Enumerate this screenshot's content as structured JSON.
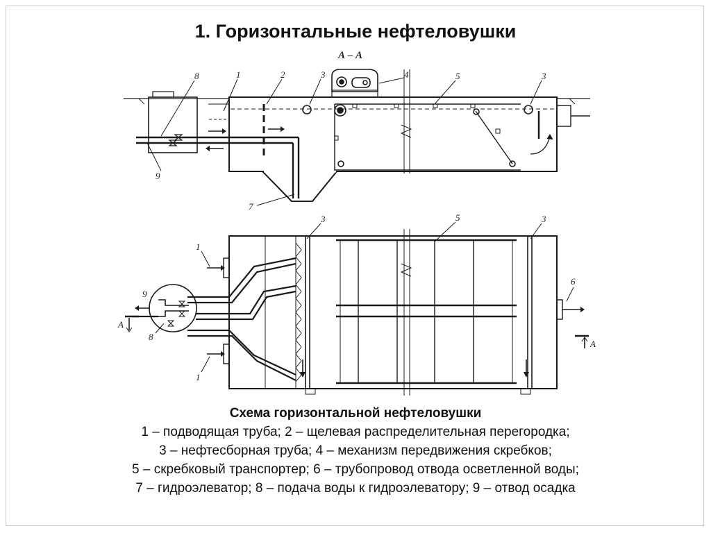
{
  "slide": {
    "title": "1. Горизонтальные нефтеловушки"
  },
  "diagram": {
    "section_label": "А – А",
    "callouts": {
      "c1": "1",
      "c2": "2",
      "c3": "3",
      "c4": "4",
      "c5": "5",
      "c6": "6",
      "c7": "7",
      "c8": "8",
      "c9": "9"
    },
    "section_marker": "А"
  },
  "caption": {
    "heading": "Схема горизонтальной нефтеловушки",
    "lines": [
      "1 – подводящая труба; 2 – щелевая распределительная перегородка;",
      "3 – нефтесборная труба; 4 – механизм передвижения скребков;",
      "5 – скребковый транспортер; 6 – трубопровод отвода осветленной воды;",
      "7 – гидроэлеватор; 8 – подача воды к гидроэлеватору; 9 – отвод осадка"
    ]
  }
}
